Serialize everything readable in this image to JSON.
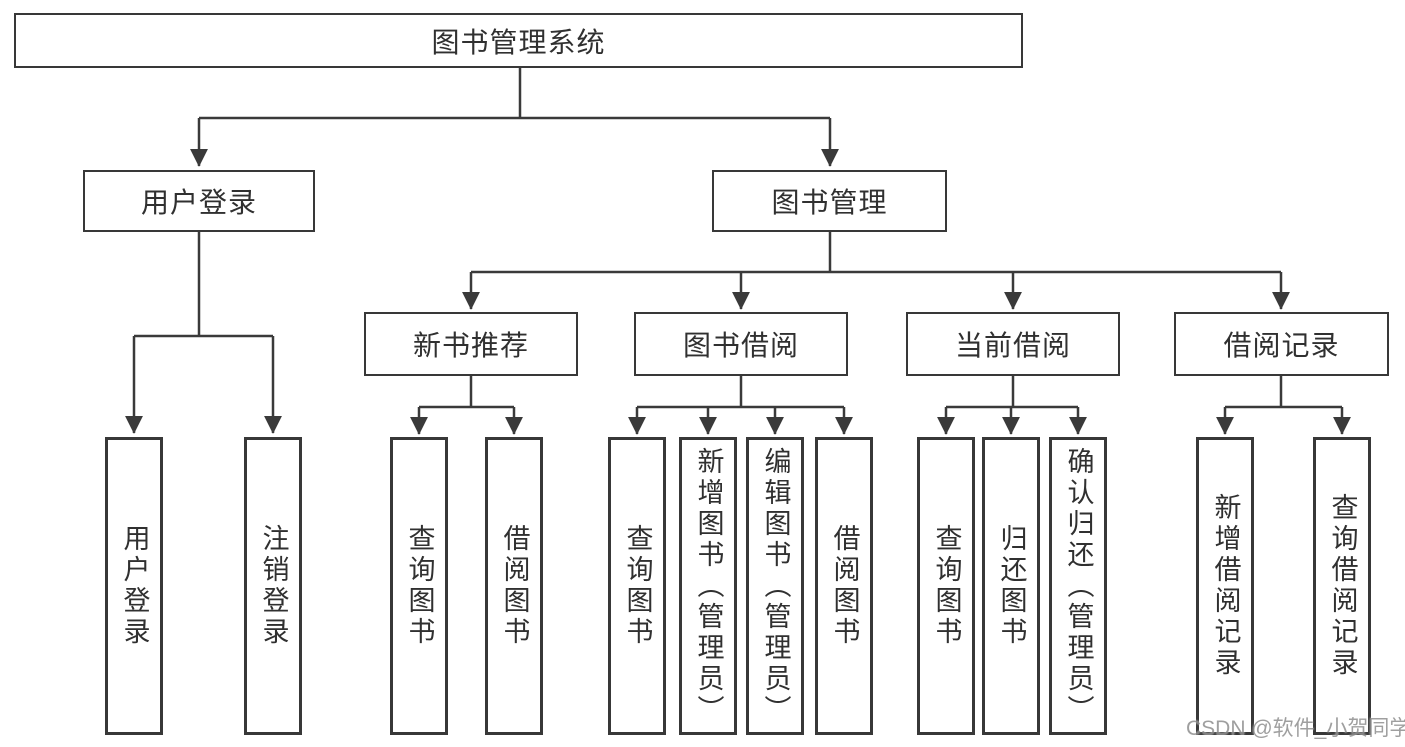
{
  "diagram": {
    "type": "hierarchy-flowchart",
    "colors": {
      "line": "#3a3a3a",
      "border": "#383838",
      "text": "#303030",
      "background": "#ffffff",
      "watermark": "#8f8f8f"
    },
    "root": {
      "label": "图书管理系统"
    },
    "level2": [
      {
        "label": "用户登录",
        "leaves": [
          "用户登录",
          "注销登录"
        ]
      },
      {
        "label": "图书管理"
      }
    ],
    "level3": [
      {
        "label": "新书推荐",
        "leaves": [
          "查询图书",
          "借阅图书"
        ]
      },
      {
        "label": "图书借阅",
        "leaves": [
          "查询图书",
          "新增图书（管理员）",
          "编辑图书（管理员）",
          "借阅图书"
        ]
      },
      {
        "label": "当前借阅",
        "leaves": [
          "查询图书",
          "归还图书",
          "确认归还（管理员）"
        ]
      },
      {
        "label": "借阅记录",
        "leaves": [
          "新增借阅记录",
          "查询借阅记录"
        ]
      }
    ],
    "watermark": "CSDN @软件_小贺同学"
  }
}
